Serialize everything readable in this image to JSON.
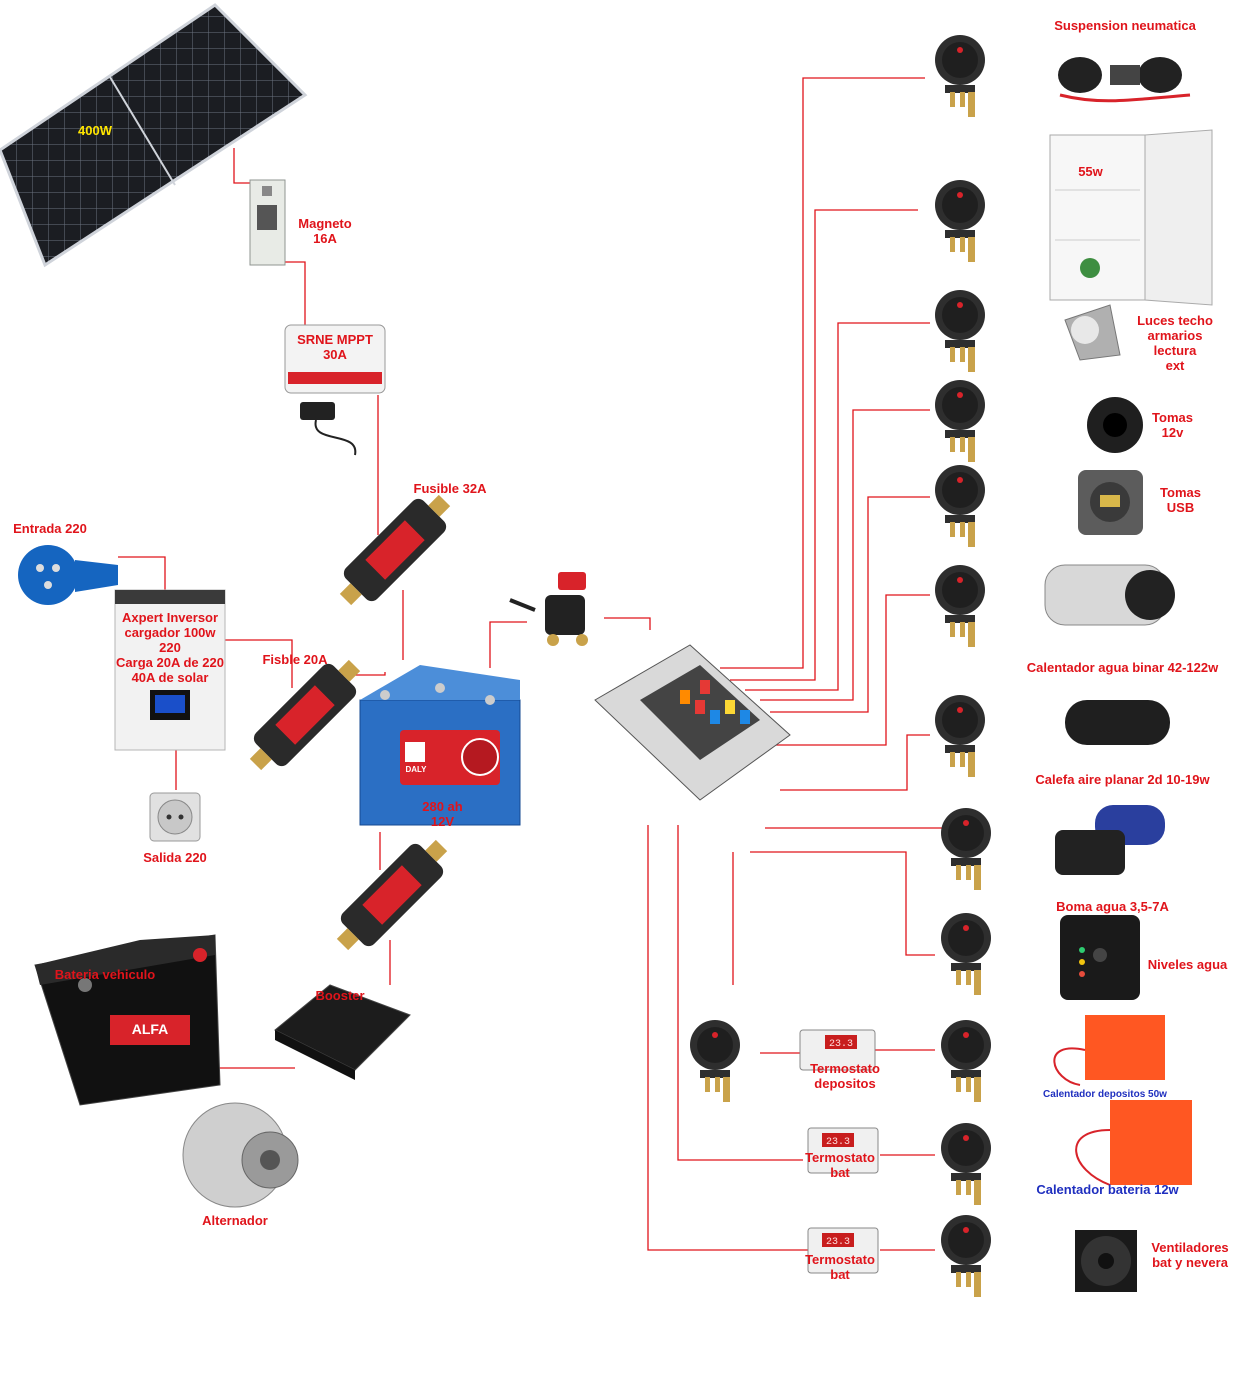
{
  "labels": {
    "solar_panel": "400W",
    "breaker": "Magneto\n16A",
    "mppt": "SRNE MPPT\n30A",
    "fuse_32": "Fusible 32A",
    "input_220": "Entrada 220",
    "inverter": "Axpert Inversor\ncargador 100w\n220\nCarga 20A de 220\n40A de solar",
    "fuse_20": "Fisble 20A",
    "battery": "280 ah\n12V",
    "output_220": "Salida 220",
    "vehicle_battery": "Bateria vehiculo",
    "booster": "Booster",
    "alternator": "Alternador",
    "suspension": "Suspension neumatica",
    "fridge": "55w",
    "lights": "Luces techo\narmarios\nlectura\next",
    "socket_12v": "Tomas\n12v",
    "usb": "Tomas\nUSB",
    "water_heater": "Calentador agua binar 42-122w",
    "air_heater": "Calefa aire planar 2d 10-19w",
    "water_pump": "Boma agua 3,5-7A",
    "water_levels": "Niveles agua",
    "thermostat_tanks": "Termostato\ndepositos",
    "tank_heater": "Calentador depositos 50w",
    "thermostat_bat_1": "Termostato\nbat",
    "battery_heater": "Calentador bateria 12w",
    "thermostat_bat_2": "Termostato\nbat",
    "fans": "Ventiladores\nbat y nevera"
  },
  "displays": {
    "thermostat_readout": "23.3"
  },
  "branding": {
    "bms_logo": "DALY",
    "car_battery_brand": "ALFA"
  },
  "colors": {
    "wire": "#e0141b",
    "label_red": "#e0141b",
    "label_blue": "#1f2fbf",
    "battery_blue": "#2b6fc4",
    "bms_red": "#d8232a",
    "switch_body": "#2e2e2e",
    "thermo_display": "#c81e1e"
  }
}
